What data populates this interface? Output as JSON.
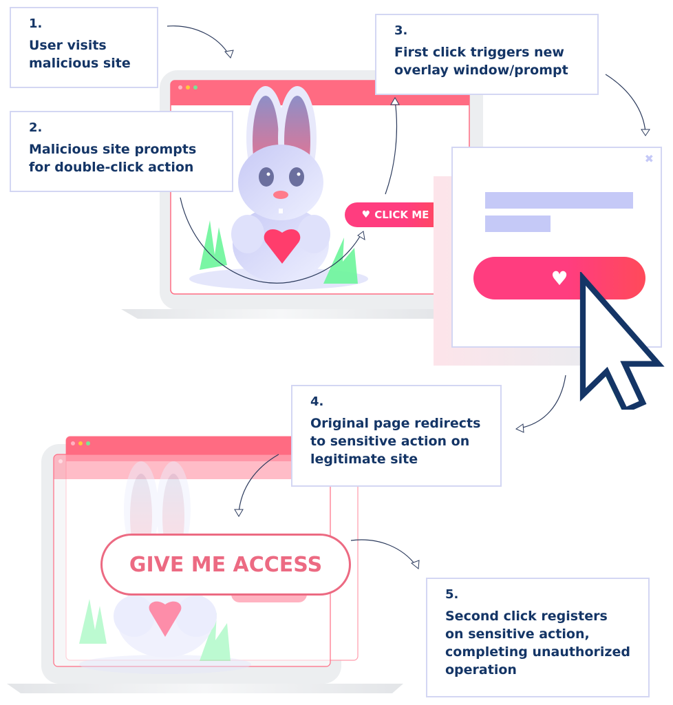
{
  "steps": [
    {
      "number": "1.",
      "text": "User visits\nmalicious site"
    },
    {
      "number": "2.",
      "text": "Malicious site prompts\nfor double-click action"
    },
    {
      "number": "3.",
      "text": "First click triggers new\noverlay window/prompt"
    },
    {
      "number": "4.",
      "text": "Original page redirects\nto sensitive action on\nlegitimate site"
    },
    {
      "number": "5.",
      "text": "Second click registers\non sensitive action,\ncompleting unauthorized\noperation"
    }
  ],
  "buttons": {
    "click_me": "CLICK ME",
    "give_me_access": "GIVE ME ACCESS",
    "popup_close": "✖"
  },
  "icons": {
    "heart": "♥"
  },
  "colors": {
    "text_navy": "#143566",
    "accent_pink": "#ff3d7f",
    "accent_red": "#ff4a5a",
    "browser_bar": "#ff6b82",
    "box_border": "#d3d6f3",
    "placeholder_lines": "#c5c9f7",
    "grass": "#6cf59a"
  }
}
